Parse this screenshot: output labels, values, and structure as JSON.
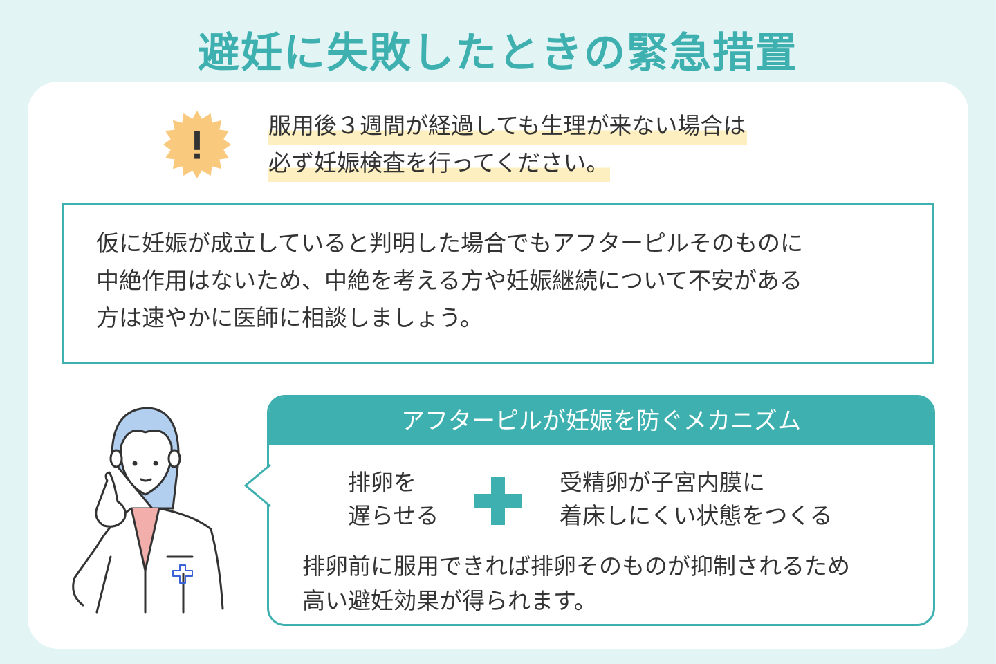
{
  "title": "避妊に失敗したときの緊急措置",
  "warning": {
    "icon": "exclamation",
    "lines": [
      "服用後３週間が経過しても生理が来ない場合は",
      "必ず妊娠検査を行ってください。"
    ]
  },
  "note": {
    "lines": [
      "仮に妊娠が成立していると判明した場合でもアフターピルそのものに",
      "中絶作用はないため、中絶を考える方や妊娠継続について不安がある",
      "方は速やかに医師に相談しましょう。"
    ]
  },
  "mechanism": {
    "header": "アフターピルが妊娠を防ぐメカニズム",
    "left": [
      "排卵を",
      "遅らせる"
    ],
    "right": [
      "受精卵が子宮内膜に",
      "着床しにくい状態をつくる"
    ],
    "footer": [
      "排卵前に服用できれば排卵そのものが抑制されるため",
      "高い避妊効果が得られます。"
    ]
  },
  "colors": {
    "accent": "#3fb0b0",
    "star": "#f9c97e",
    "highlight": "#fdefc0",
    "background": "#e3f4f4"
  }
}
